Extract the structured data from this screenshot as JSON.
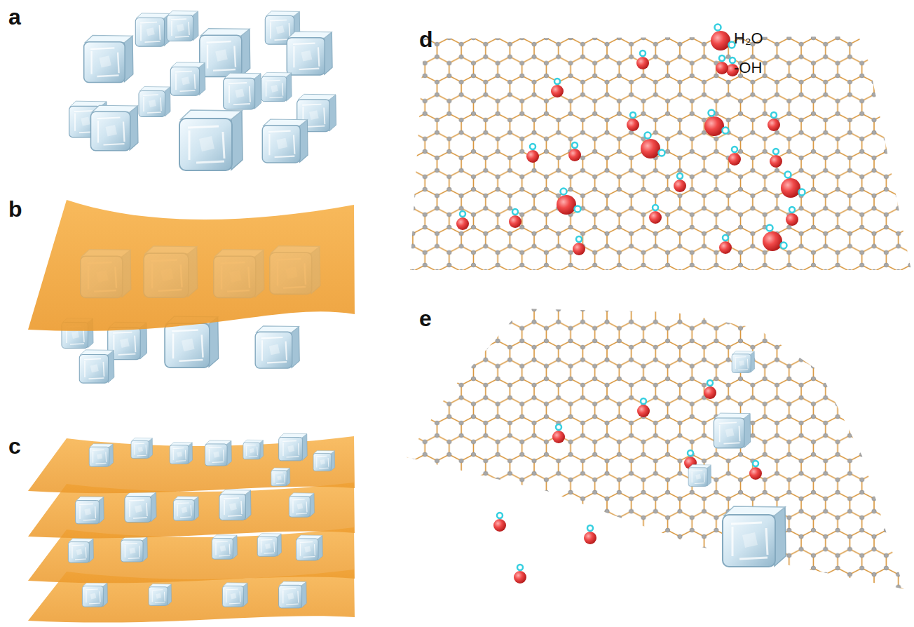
{
  "diagram": {
    "labels": [
      "a",
      "b",
      "c",
      "d",
      "e"
    ],
    "legend": [
      {
        "text": "H₂O"
      },
      {
        "text": "-OH"
      }
    ]
  }
}
